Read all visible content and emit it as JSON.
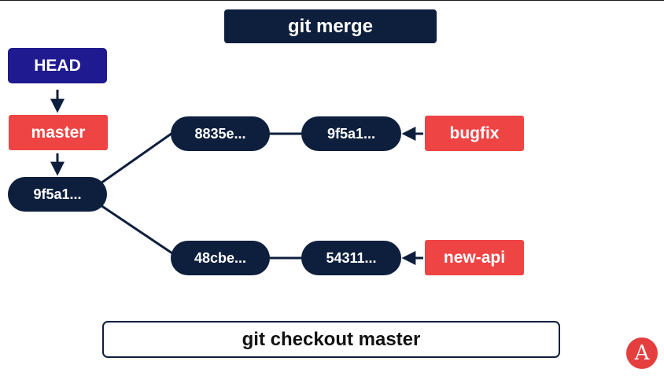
{
  "title": "git merge",
  "head": "HEAD",
  "branches": {
    "master": "master",
    "bugfix": "bugfix",
    "new_api": "new-api"
  },
  "commits": {
    "base": "9f5a1...",
    "top_first": "8835e...",
    "top_second": "9f5a1...",
    "bottom_first": "48cbe...",
    "bottom_second": "54311..."
  },
  "command": "git checkout master",
  "logo_letter": "A",
  "colors": {
    "navy": "#0e1f3d",
    "head": "#1f1a8f",
    "branch": "#ef4444",
    "logo": "#e53e3e"
  }
}
